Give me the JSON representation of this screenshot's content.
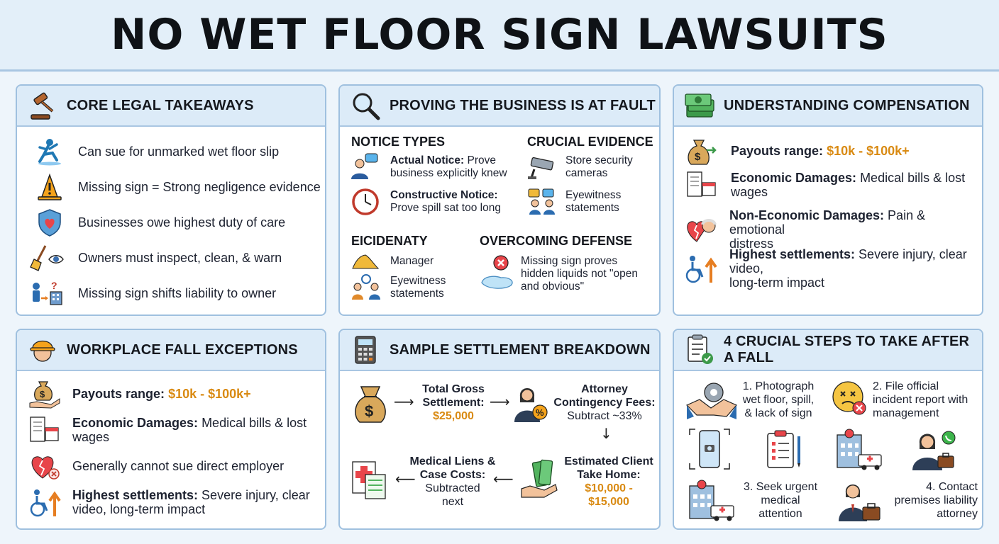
{
  "title": "NO WET FLOOR SIGN LAWSUITS",
  "colors": {
    "accent": "#d98a12",
    "panel_border": "#9fc0df",
    "header_bg": "#dcebf8"
  },
  "core": {
    "heading": "CORE LEGAL TAKEAWAYS",
    "items": [
      {
        "icon": "slip-fall-icon",
        "text": "Can sue for unmarked wet floor slip"
      },
      {
        "icon": "caution-cone-icon",
        "text": "Missing sign = Strong negligence evidence"
      },
      {
        "icon": "shield-heart-icon",
        "text": "Businesses owe highest duty of care"
      },
      {
        "icon": "broom-eye-icon",
        "text": "Owners must inspect, clean, & warn"
      },
      {
        "icon": "liability-shift-icon",
        "text": "Missing sign shifts liability to owner"
      }
    ]
  },
  "fault": {
    "heading": "PROVING THE BUSINESS IS AT FAULT",
    "notice_title": "NOTICE TYPES",
    "actual_label": "Actual Notice:",
    "actual_text_1": " Prove",
    "actual_text_2": "business explicitly knew",
    "constructive_label": "Constructive Notice:",
    "constructive_text": "Prove spill sat too long",
    "evidence_title": "CRUCIAL EVIDENCE",
    "camera_text_1": "Store security",
    "camera_text_2": "cameras",
    "eyewitness_text_1": "Eyewitness",
    "eyewitness_text_2": "statements",
    "eicid_title": "EICIDENATY",
    "manager_text": "Manager",
    "eyewitness2_text_1": "Eyewitness",
    "eyewitness2_text_2": "statements",
    "defense_title": "OVERCOMING DEFENSE",
    "defense_text_1": "Missing sign proves",
    "defense_text_2": "hidden liquids not \"open",
    "defense_text_3": "and obvious\""
  },
  "comp": {
    "heading": "UNDERSTANDING COMPENSATION",
    "payout_label": "Payouts range:",
    "payout_value": "$10k - $100k+",
    "econ_label": "Economic Damages:",
    "econ_text": " Medical bills & lost wages",
    "nonecon_label": "Non-Economic Damages:",
    "nonecon_text_1": " Pain & emotional",
    "nonecon_text_2": "distress",
    "highest_label": "Highest settlements:",
    "highest_text_1": " Severe injury, clear video,",
    "highest_text_2": "long-term impact"
  },
  "workplace": {
    "heading": "WORKPLACE FALL EXCEPTIONS",
    "payout_label": "Payouts range:",
    "payout_value": "$10k - $100k+",
    "econ_label": "Economic Damages:",
    "econ_text": " Medical bills & lost wages",
    "employer_text": "Generally cannot sue direct employer",
    "highest_label": "Highest settlements:",
    "highest_text_1": " Severe injury, clear",
    "highest_text_2": "video, long-term impact"
  },
  "settlement": {
    "heading": "SAMPLE SETTLEMENT BREAKDOWN",
    "gross_1": "Total Gross",
    "gross_2": "Settlement:",
    "gross_value": "$25,000",
    "attorney_1": "Attorney",
    "attorney_2": "Contingency Fees:",
    "attorney_3": "Subtract ~33%",
    "client_1": "Estimated Client",
    "client_2": "Take Home:",
    "client_value_1": "$10,000 -",
    "client_value_2": "$15,000",
    "liens_1": "Medical Liens &",
    "liens_2": "Case Costs:",
    "liens_3": "Subtracted",
    "liens_4": "next"
  },
  "steps": {
    "heading": "4 CRUCIAL STEPS TO TAKE AFTER A FALL",
    "s1_1": "1. Photograph",
    "s1_2": "wet floor, spill,",
    "s1_3": "& lack of sign",
    "s2_1": "2. File official",
    "s2_2": "incident report with",
    "s2_3": "management",
    "s3_1": "3. Seek urgent",
    "s3_2": "medical",
    "s3_3": "attention",
    "s4_1": "4. Contact",
    "s4_2": "premises liability",
    "s4_3": "attorney"
  }
}
